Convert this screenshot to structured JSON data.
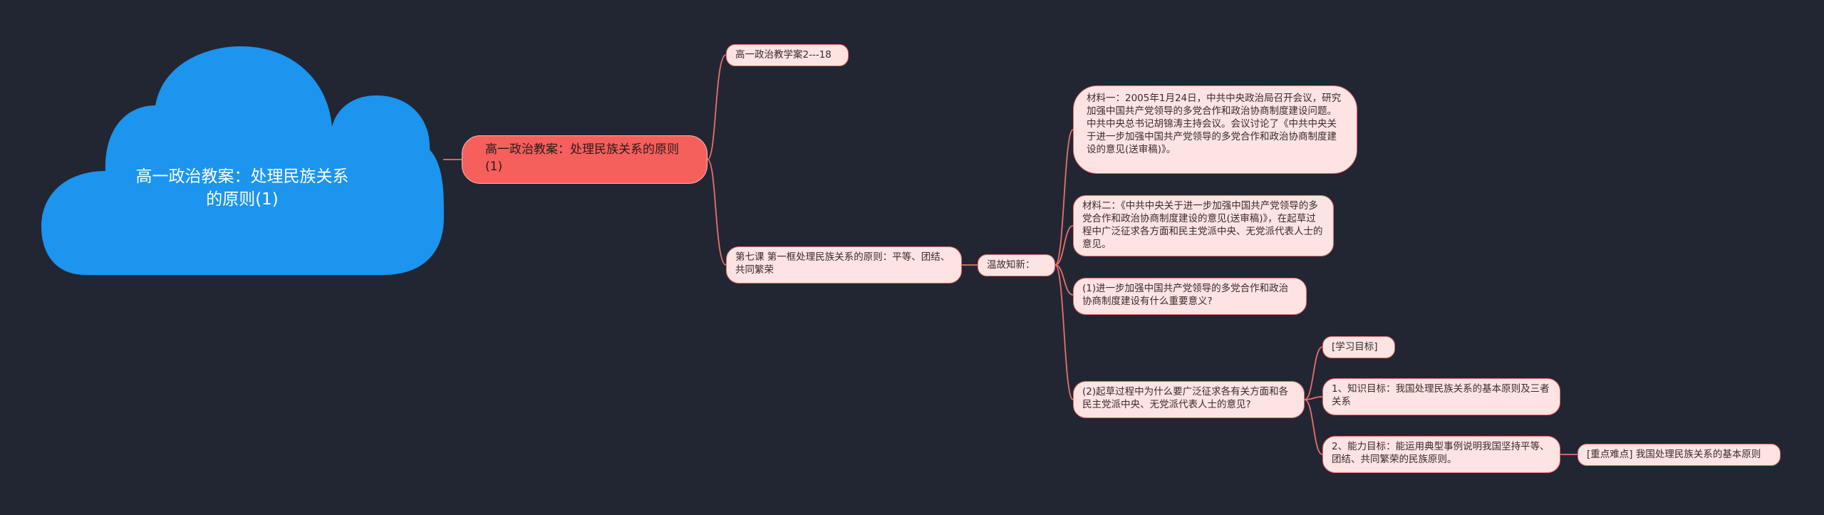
{
  "root": {
    "title": "高一政治教案：处理民族关系的原则(1)"
  },
  "main_node": {
    "label": "高一政治教案：处理民族关系的原则(1)"
  },
  "top_leaf": {
    "label": "高一政治教学案2---18"
  },
  "lesson_node": {
    "label": "第七课 第一框处理民族关系的原则：平等、团结、共同繁荣"
  },
  "review_node": {
    "label": "温故知新："
  },
  "material_1": {
    "label": "材料一：2005年1月24日，中共中央政治局召开会议，研究加强中国共产党领导的多党合作和政治协商制度建设问题。中共中央总书记胡锦涛主持会议。会议讨论了《中共中央关于进一步加强中国共产党领导的多党合作和政治协商制度建设的意见(送审稿)》。"
  },
  "material_2": {
    "label": "材料二：《中共中央关于进一步加强中国共产党领导的多党合作和政治协商制度建设的意见(送审稿)》，在起草过程中广泛征求各方面和民主党派中央、无党派代表人士的意见。"
  },
  "question_1": {
    "label": "(1)进一步加强中国共产党领导的多党合作和政治协商制度建设有什么重要意义?"
  },
  "question_2": {
    "label": "(2)起草过程中为什么要广泛征求各有关方面和各民主党派中央、无党派代表人士的意见?"
  },
  "study_goals": {
    "label": "[学习目标]"
  },
  "knowledge_goal": {
    "label": "1、知识目标：我国处理民族关系的基本原则及三者关系"
  },
  "ability_goal": {
    "label": "2、能力目标：能运用典型事例说明我国坚持平等、团结、共同繁荣的民族原则。"
  },
  "key_point": {
    "label": "[重点难点] 我国处理民族关系的基本原则"
  },
  "colors": {
    "background": "#222633",
    "cloud": "#1b95ee",
    "main_node": "#f55f5c",
    "leaf_fill": "#fde4e3",
    "edge": "#e9706c"
  }
}
